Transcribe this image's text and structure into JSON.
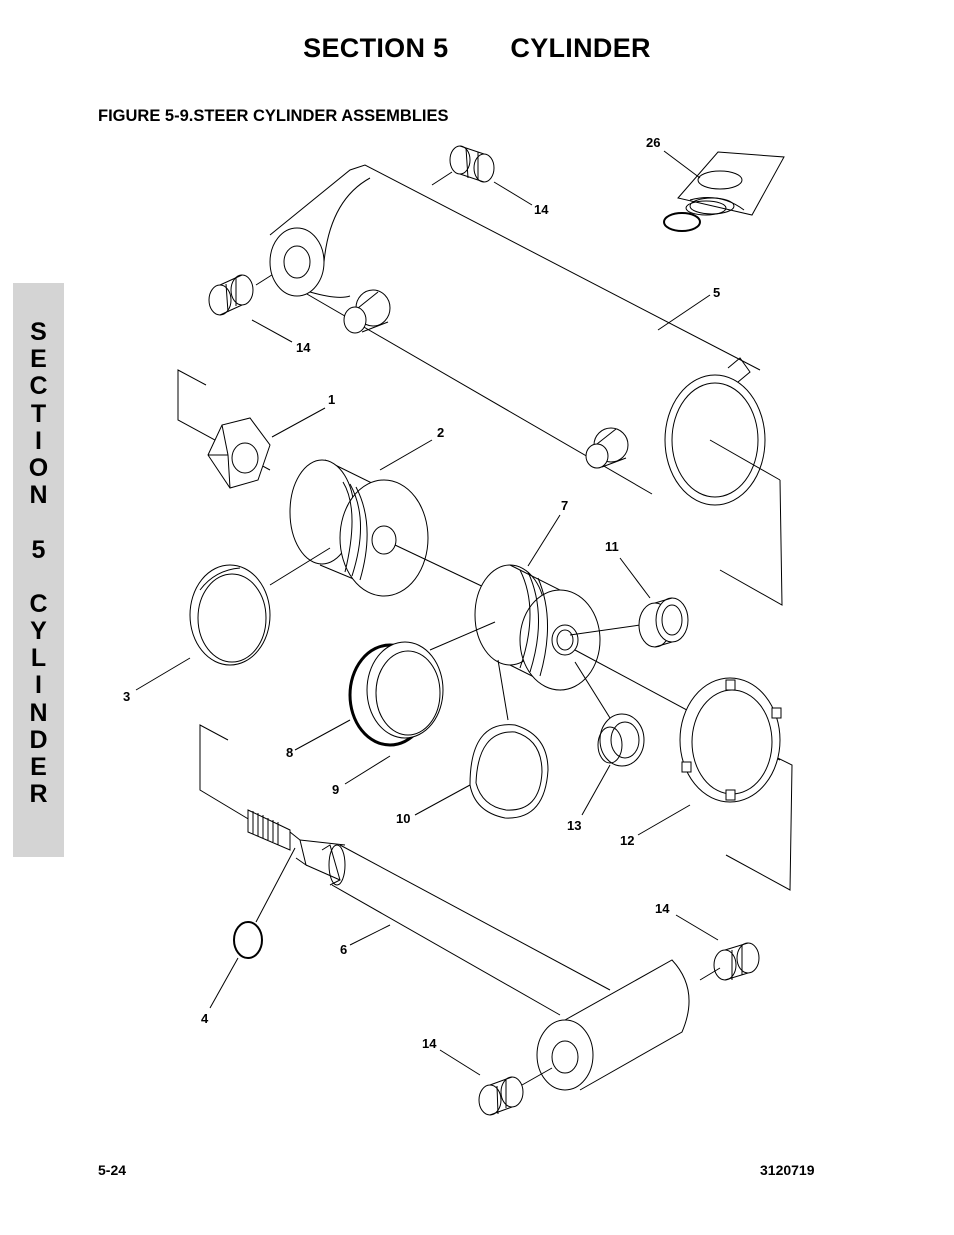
{
  "header": {
    "section": "SECTION 5",
    "topic": "CYLINDER"
  },
  "figure_title": "FIGURE 5-9.STEER CYLINDER ASSEMBLIES",
  "side_tab": [
    "S",
    "E",
    "C",
    "T",
    "I",
    "O",
    "N",
    "",
    "5",
    "",
    "C",
    "Y",
    "L",
    "I",
    "N",
    "D",
    "E",
    "R"
  ],
  "footer": {
    "page": "5-24",
    "doc_number": "3120719"
  },
  "callouts": {
    "c26": "26",
    "c14a": "14",
    "c14b": "14",
    "c5": "5",
    "c1": "1",
    "c2": "2",
    "c7": "7",
    "c11": "11",
    "c3": "3",
    "c8": "8",
    "c9": "9",
    "c10": "10",
    "c13": "13",
    "c12": "12",
    "c14c": "14",
    "c6": "6",
    "c4": "4",
    "c14d": "14"
  }
}
